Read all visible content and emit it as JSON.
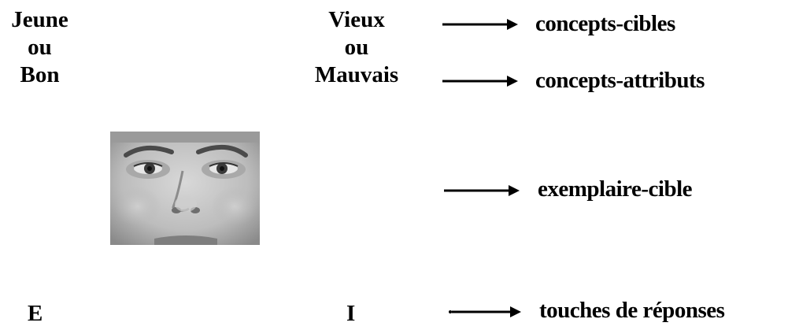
{
  "left_category": {
    "line1": "Jeune",
    "line2": "ou",
    "line3": "Bon"
  },
  "right_category": {
    "line1": "Vieux",
    "line2": "ou",
    "line3": "Mauvais"
  },
  "labels": {
    "target_concepts": "concepts-cibles",
    "attribute_concepts": "concepts-attributs",
    "target_exemplar": "exemplaire-cible",
    "response_keys": "touches de réponses"
  },
  "keys": {
    "left": "E",
    "right": "I"
  },
  "stimulus": {
    "type": "face-photo",
    "tone": "grayscale"
  }
}
